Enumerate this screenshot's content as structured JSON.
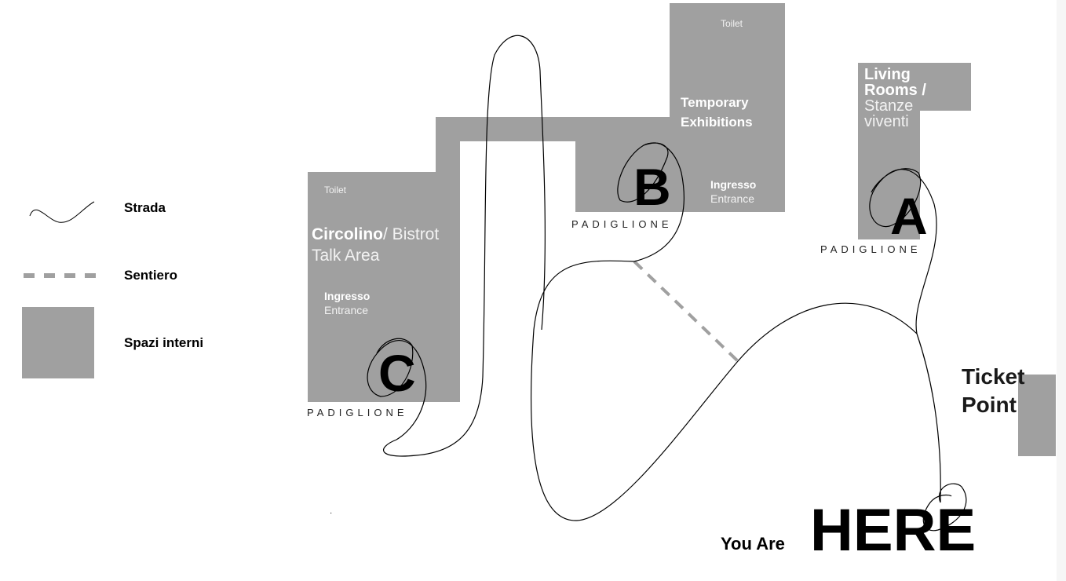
{
  "legend": {
    "items": [
      {
        "icon": "road-squiggle-icon",
        "label": "Strada"
      },
      {
        "icon": "dashed-path-icon",
        "label": "Sentiero"
      },
      {
        "icon": "grey-square-icon",
        "label": "Spazi interni"
      }
    ]
  },
  "colors": {
    "interior": "#a0a0a0",
    "path": "#000000",
    "trail": "#a0a0a0"
  },
  "pavilions": {
    "c": {
      "letter": "C",
      "label": "PADIGLIONE",
      "toilet": "Toilet",
      "name_bold": "Circolino",
      "name_rest": "/ Bistrot",
      "name_line2": "Talk Area",
      "ingresso": "Ingresso",
      "entrance": "Entrance"
    },
    "b": {
      "letter": "B",
      "label": "PADIGLIONE",
      "toilet": "Toilet",
      "name_line1": "Temporary",
      "name_line2": "Exhibitions",
      "ingresso": "Ingresso",
      "entrance": "Entrance"
    },
    "a": {
      "letter": "A",
      "label": "PADIGLIONE",
      "name_line1": "Living",
      "name_line2": "Rooms /",
      "name_line3": "Stanze",
      "name_line4": "viventi"
    }
  },
  "ticket": {
    "line1": "Ticket",
    "line2": "Point"
  },
  "you_are_here": {
    "small": "You Are",
    "big": "HERE"
  }
}
